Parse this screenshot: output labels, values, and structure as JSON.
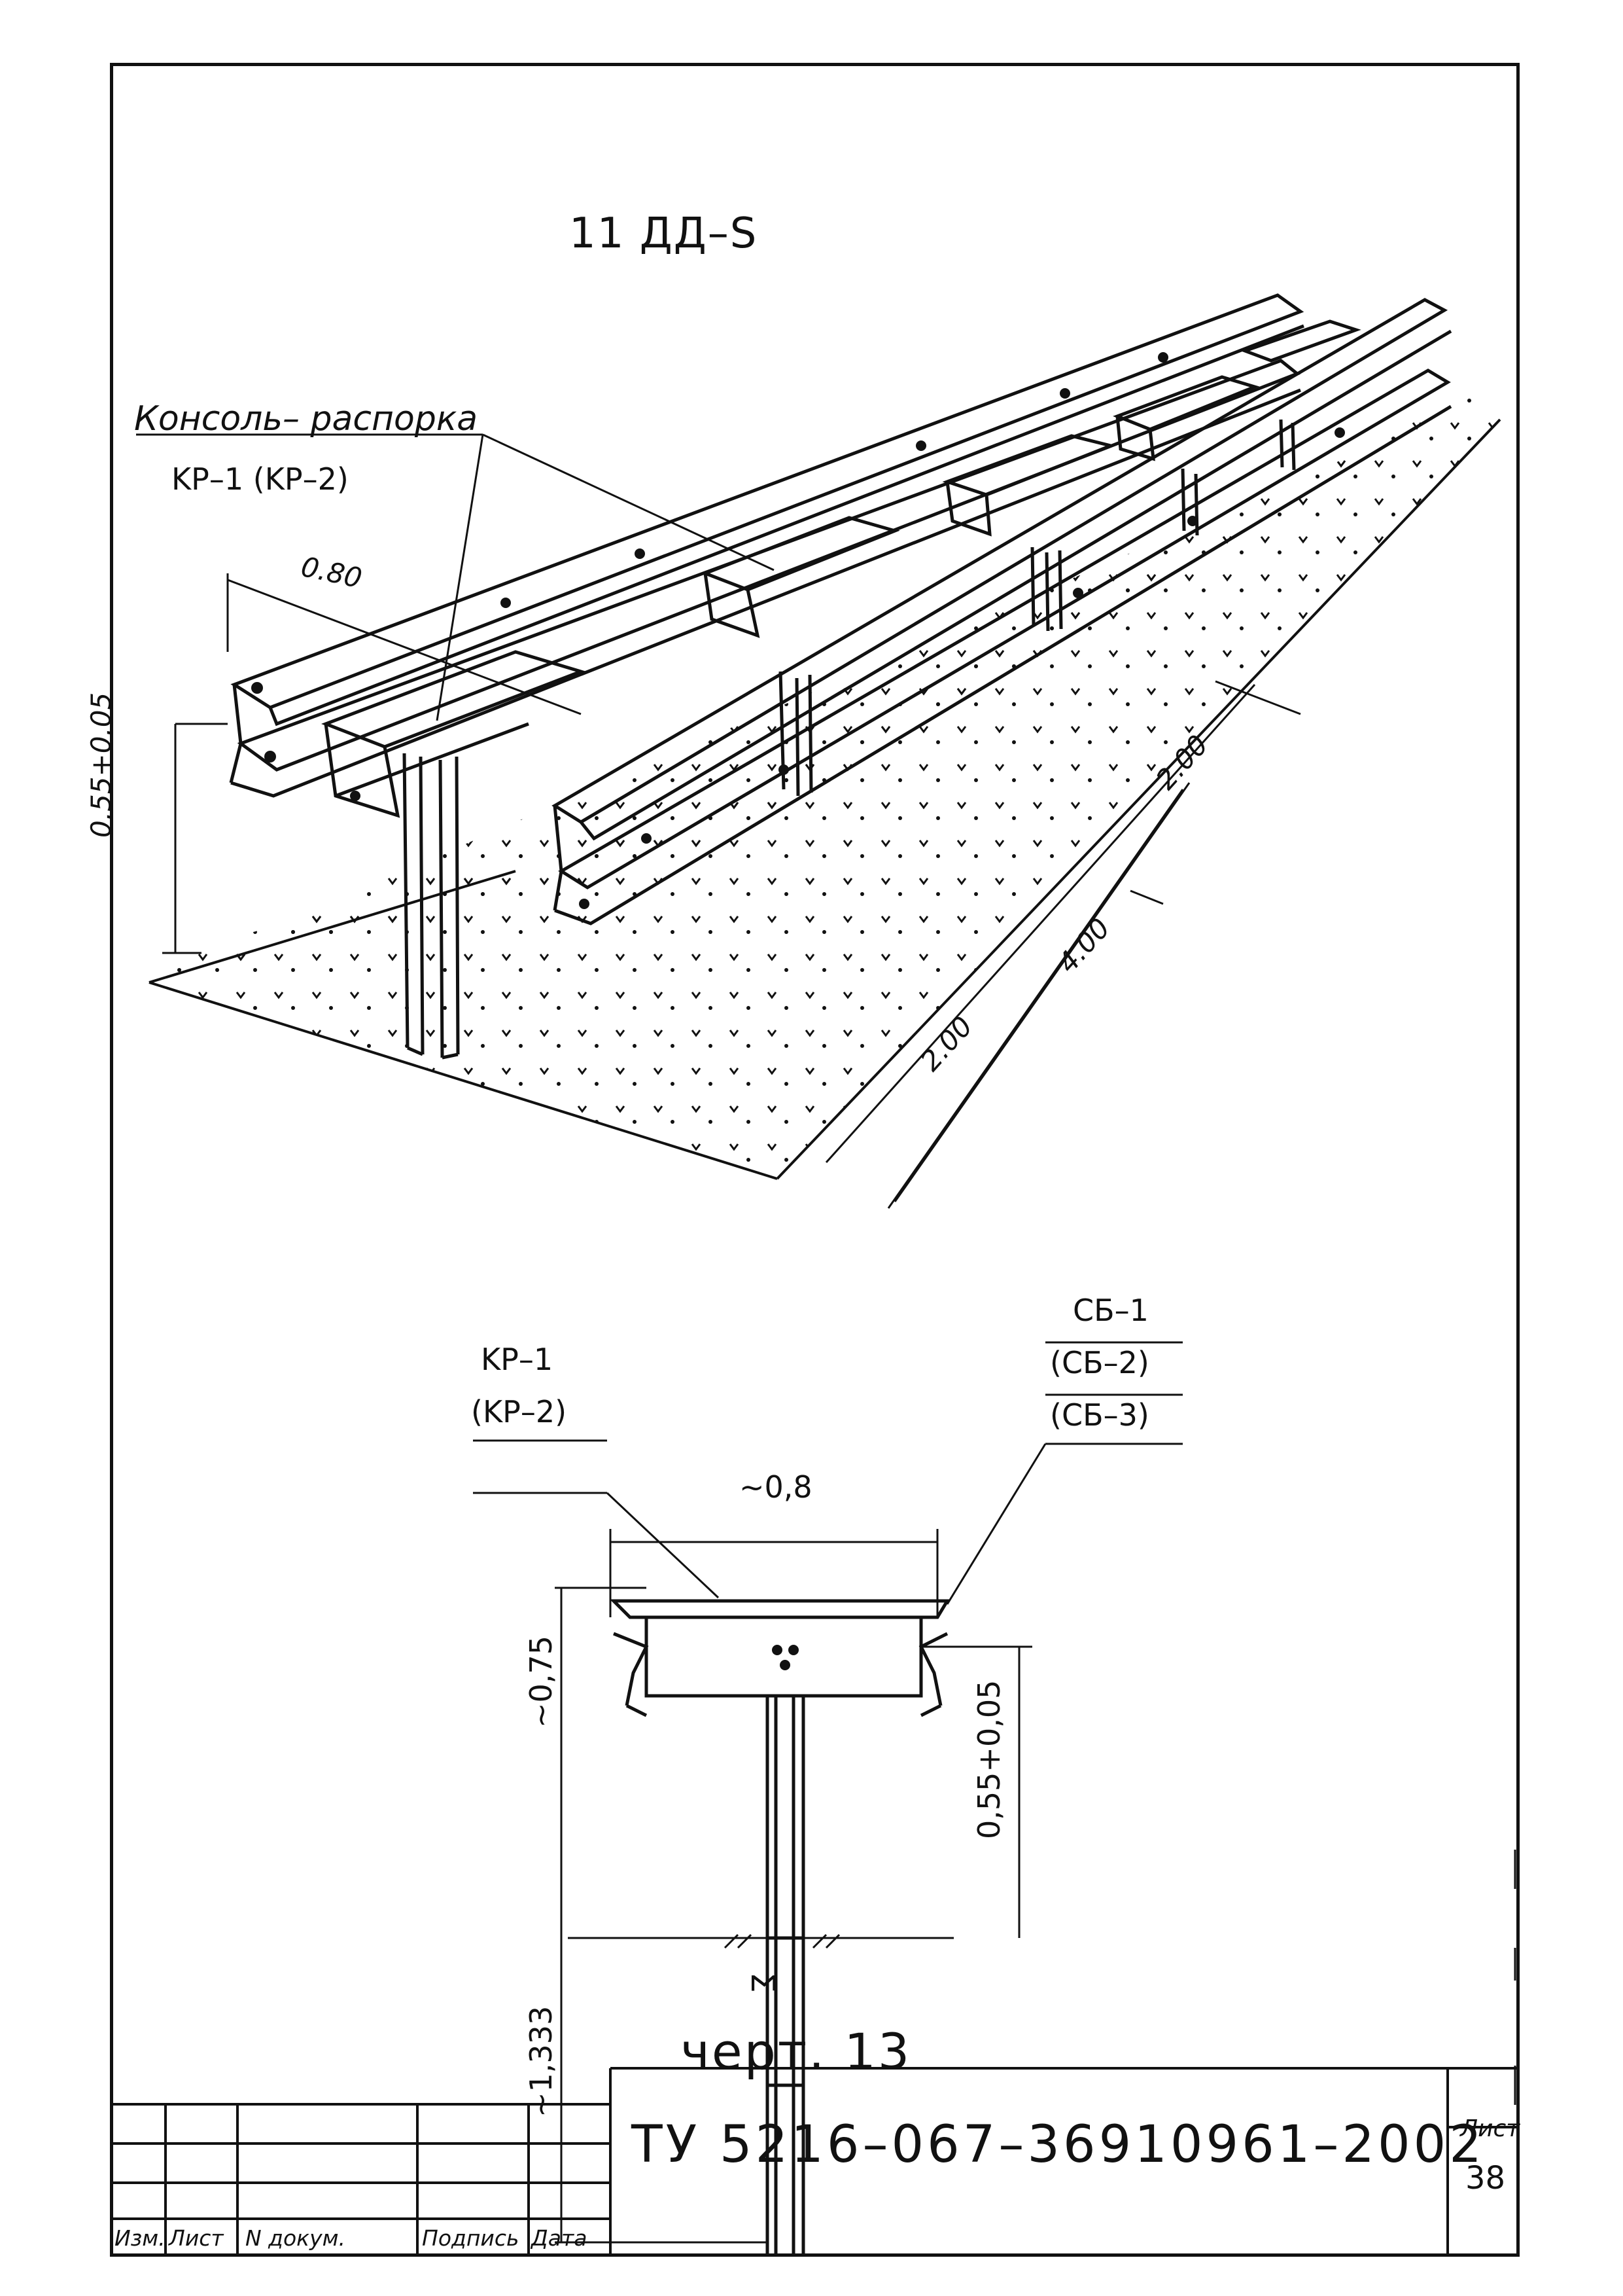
{
  "title": "11  ДД–S",
  "iso_view": {
    "label_console": "Консоль– распорка",
    "label_code": "KP–1  (KP–2)",
    "dim_width": "0.80",
    "dim_height": "0.55+0.05",
    "dim_span_a": "2.00",
    "dim_span_total": "4.00",
    "dim_span_b": "2.00"
  },
  "section_view": {
    "label_kp1": "KP–1",
    "label_kp2": "(KP–2)",
    "label_sb1": "СБ–1",
    "label_sb2": "(СБ–2)",
    "label_sb3": "(СБ–3)",
    "dim_width": "~0,8",
    "dim_total_height": "~0,75",
    "dim_rail_height": "0,55+0,05",
    "dim_depth": "~1,333",
    "post_mark": "Σ"
  },
  "caption": "черт. 13",
  "title_block": {
    "code": "ТУ 5216–067–36910961–2002",
    "sheet_label": "Лист",
    "sheet_number": "38",
    "headers": [
      "Изм.",
      "Лист",
      "N   докум.",
      "Подпись",
      "Дата"
    ]
  }
}
